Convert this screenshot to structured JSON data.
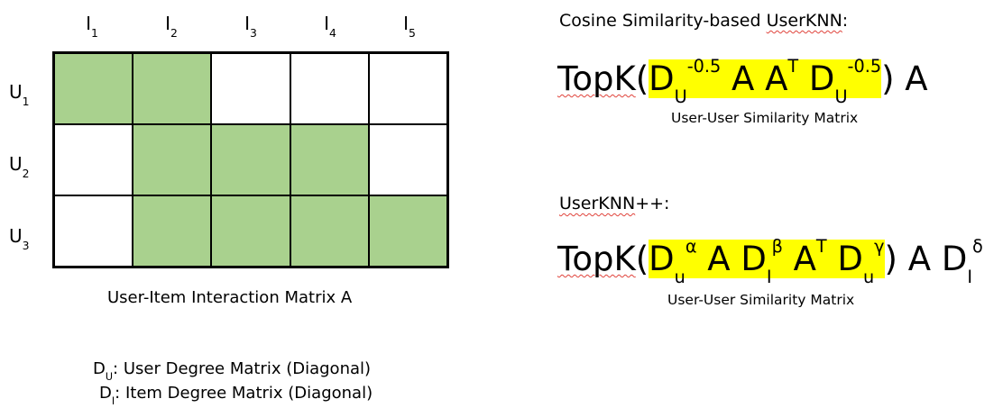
{
  "matrix": {
    "columns": [
      {
        "base": "I",
        "sub": "1"
      },
      {
        "base": "I",
        "sub": "2"
      },
      {
        "base": "I",
        "sub": "3"
      },
      {
        "base": "I",
        "sub": "4"
      },
      {
        "base": "I",
        "sub": "5"
      }
    ],
    "rows": [
      {
        "base": "U",
        "sub": "1"
      },
      {
        "base": "U",
        "sub": "2"
      },
      {
        "base": "U",
        "sub": "3"
      }
    ],
    "cells": [
      [
        1,
        1,
        0,
        0,
        0
      ],
      [
        0,
        1,
        1,
        1,
        0
      ],
      [
        0,
        1,
        1,
        1,
        1
      ]
    ],
    "filled_color": "#a9d18e",
    "empty_color": "#ffffff",
    "caption": "User-Item Interaction Matrix A"
  },
  "legend": {
    "du": {
      "sym": "D",
      "sub": "U",
      "text": ": User Degree Matrix (Diagonal)"
    },
    "di": {
      "sym": "D",
      "sub": "I",
      "text": ": Item Degree Matrix (Diagonal)"
    }
  },
  "cosine": {
    "heading_prefix": "Cosine Similarity-based ",
    "heading_word": "UserKNN",
    "heading_suffix": ":",
    "topk": "TopK",
    "open": "(",
    "d1": "D",
    "d1_sub": "U",
    "d1_sup": "-0.5",
    "a1": " A ",
    "a2": "A",
    "a2_sup": "T",
    "d2": " D",
    "d2_sub": "U",
    "d2_sup": "-0.5",
    "close": ") A",
    "sim_caption": "User-User Similarity Matrix"
  },
  "plusplus": {
    "heading_word": "UserKNN",
    "heading_suffix": "++:",
    "topk": "TopK",
    "open": "(",
    "d1": "D",
    "d1_sub": "u",
    "d1_sup": "α",
    "a1": " A ",
    "d2": "D",
    "d2_sub": "I",
    "d2_sup": "β",
    "a2": " A",
    "a2_sup": "T",
    "d3": " D",
    "d3_sub": "u",
    "d3_sup": "γ",
    "close": ") A ",
    "d4": "D",
    "d4_sub": "I",
    "d4_sup": "δ",
    "sim_caption": "User-User Similarity Matrix"
  },
  "colors": {
    "highlight": "#ffff00",
    "spellcheck": "#e0433b"
  }
}
